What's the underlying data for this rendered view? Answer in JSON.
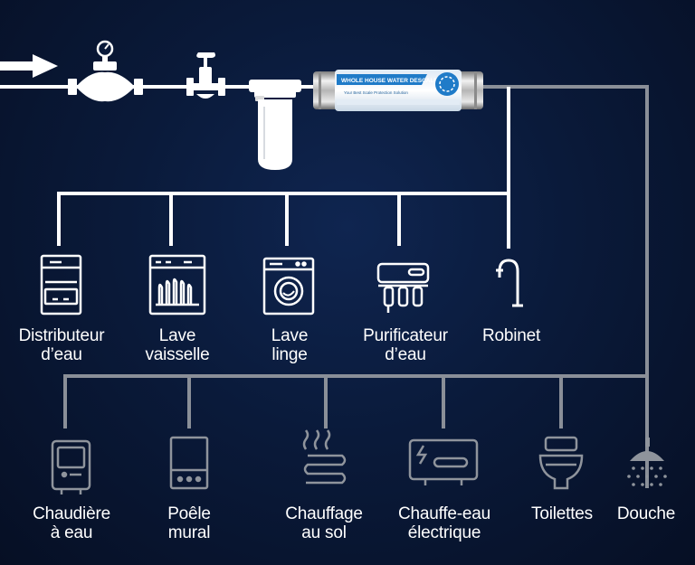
{
  "descaler": {
    "title": "WHOLE HOUSE WATER DESCALER",
    "subtitle": "Your Best Scale Protection Solution"
  },
  "colors": {
    "background": "#0a1a3a",
    "pipe_white": "#ffffff",
    "pipe_grey": "#8a8f98",
    "icon_white": "#ffffff",
    "icon_grey": "#8f949c",
    "descaler_label": "#2e8fd6"
  },
  "upper_appliances": [
    {
      "icon": "water-dispenser-icon",
      "line1": "Distributeur",
      "line2": "d’eau"
    },
    {
      "icon": "dishwasher-icon",
      "line1": "Lave",
      "line2": "vaisselle"
    },
    {
      "icon": "washing-machine-icon",
      "line1": "Lave",
      "line2": "linge"
    },
    {
      "icon": "water-purifier-icon",
      "line1": "Purificateur",
      "line2": "d’eau"
    },
    {
      "icon": "faucet-icon",
      "line1": "Robinet",
      "line2": ""
    }
  ],
  "lower_appliances": [
    {
      "icon": "water-boiler-icon",
      "line1": "Chaudière",
      "line2": "à eau"
    },
    {
      "icon": "wall-stove-icon",
      "line1": "Poêle",
      "line2": "mural"
    },
    {
      "icon": "floor-heating-icon",
      "line1": "Chauffage",
      "line2": "au sol"
    },
    {
      "icon": "electric-water-heater-icon",
      "line1": "Chauffe-eau",
      "line2": "électrique"
    },
    {
      "icon": "toilet-icon",
      "line1": "Toilettes",
      "line2": ""
    },
    {
      "icon": "shower-icon",
      "line1": "Douche",
      "line2": ""
    }
  ]
}
